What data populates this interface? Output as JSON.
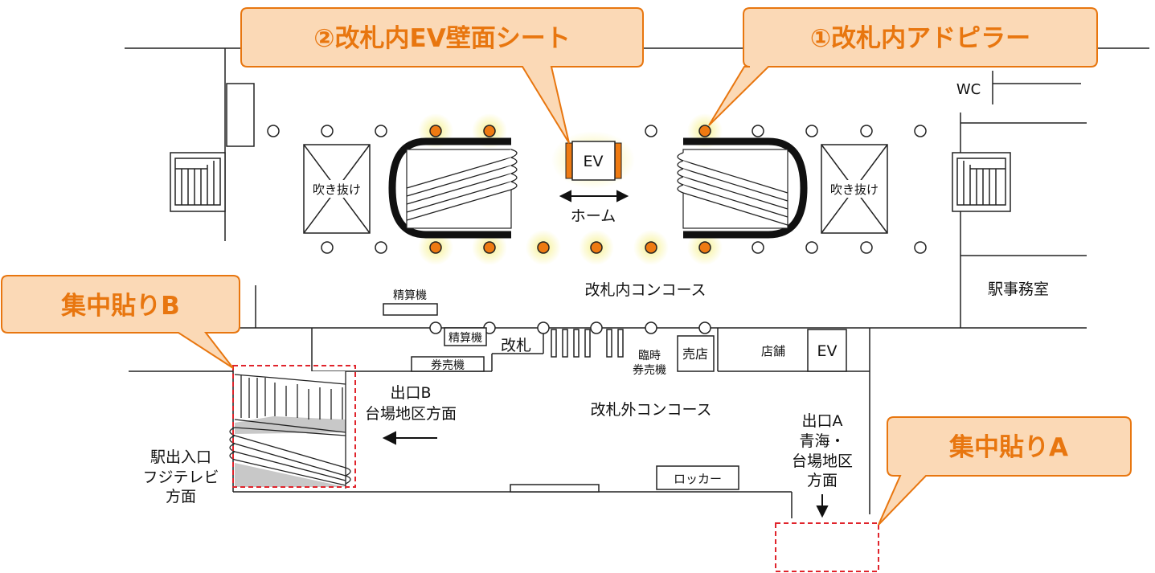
{
  "callouts": {
    "ad_pillar": "①改札内アドピラー",
    "ev_wall": "②改札内EV壁面シート",
    "concentrated_b": "集中貼りB",
    "concentrated_a": "集中貼りA"
  },
  "labels": {
    "wc": "WC",
    "atrium_left": "吹き抜け",
    "atrium_right": "吹き抜け",
    "ev_center": "EV",
    "platform": "ホーム",
    "fare_adjust_machine_top": "精算機",
    "inner_concourse": "改札内コンコース",
    "station_office": "駅事務室",
    "fare_adjust_machine": "精算機",
    "ticket_gate": "改札",
    "ticket_machine": "券売機",
    "temp_ticket_machine_1": "臨時",
    "temp_ticket_machine_2": "券売機",
    "kiosk": "売店",
    "shop": "店舗",
    "ev_outer": "EV",
    "exit_b_1": "出口B",
    "exit_b_2": "台場地区方面",
    "outer_concourse": "改札外コンコース",
    "exit_a_1": "出口A",
    "exit_a_2": "青海・",
    "exit_a_3": "台場地区",
    "exit_a_4": "方面",
    "station_entrance_1": "駅出入口",
    "station_entrance_2": "フジテレビ",
    "station_entrance_3": "方面",
    "lockers": "ロッカー"
  },
  "colors": {
    "callout_fill": "#fbd9b6",
    "callout_stroke": "#e8760f",
    "callout_text": "#e8760f",
    "ad_pillar": "#ee7a12",
    "ad_glow": "#f6f08a",
    "dashed_area": "#e0242c"
  }
}
